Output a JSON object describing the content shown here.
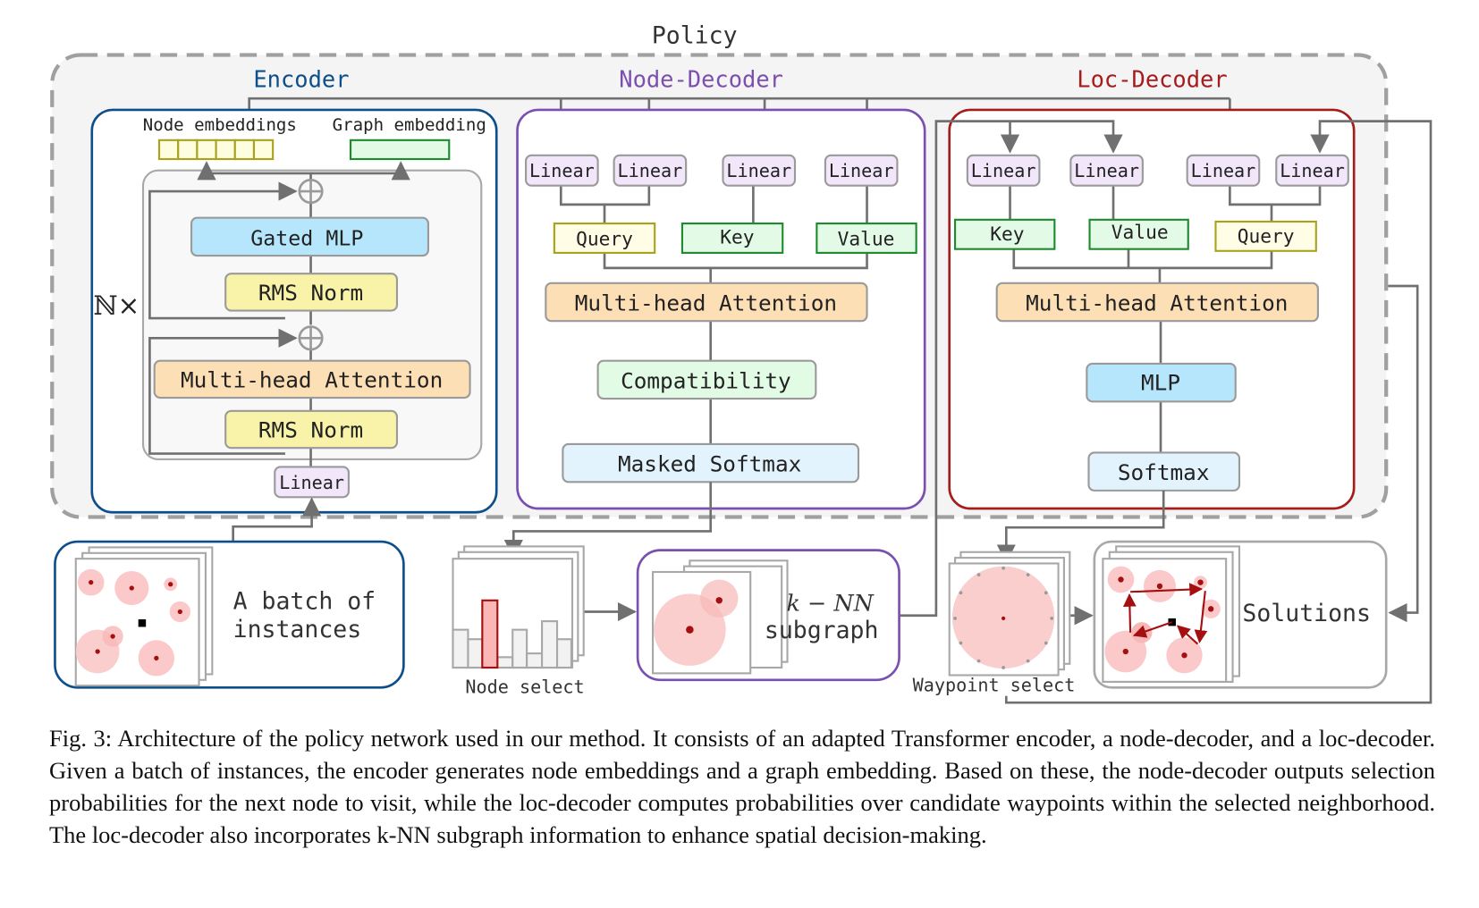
{
  "policy": {
    "title": "Policy"
  },
  "encoder": {
    "title": "Encoder",
    "color": "#0d4f8b",
    "node_embeddings_label": "Node embeddings",
    "graph_embedding_label": "Graph embedding",
    "repeat_label": "ℕ×",
    "blocks": {
      "gated_mlp": "Gated MLP",
      "rms_norm_top": "RMS Norm",
      "mha": "Multi-head Attention",
      "rms_norm_bottom": "RMS Norm",
      "linear": "Linear"
    }
  },
  "node_decoder": {
    "title": "Node-Decoder",
    "color": "#7b4fb0",
    "linears": [
      "Linear",
      "Linear",
      "Linear",
      "Linear"
    ],
    "query": "Query",
    "key": "Key",
    "value": "Value",
    "mha": "Multi-head Attention",
    "compatibility": "Compatibility",
    "masked_softmax": "Masked Softmax"
  },
  "loc_decoder": {
    "title": "Loc-Decoder",
    "color": "#a61c1c",
    "linears": [
      "Linear",
      "Linear",
      "Linear",
      "Linear"
    ],
    "key": "Key",
    "value": "Value",
    "query": "Query",
    "mha": "Multi-head Attention",
    "mlp": "MLP",
    "softmax": "Softmax"
  },
  "bottom": {
    "batch_label_line1": "A batch of",
    "batch_label_line2": "instances",
    "node_select_label": "Node select",
    "knn_label_line1": "k − NN",
    "knn_label_line2": "subgraph",
    "waypoint_select_label": "Waypoint select",
    "solutions_label": "Solutions"
  },
  "caption": {
    "text": "Fig. 3: Architecture of the policy network used in our method. It consists of an adapted Transformer encoder, a node-decoder, and a loc-decoder. Given a batch of instances, the encoder generates node embeddings and a graph embedding. Based on these, the node-decoder outputs selection probabilities for the next node to visit, while the loc-decoder computes probabilities over candidate waypoints within the selected neighborhood. The loc-decoder also incorporates k-NN subgraph information to enhance spatial decision-making."
  },
  "colors": {
    "linear_fill": "#f1e6fa",
    "query_fill": "#fffde6",
    "query_stroke": "#a8a21c",
    "kv_fill": "#e3fbe6",
    "kv_stroke": "#1e8a2e",
    "mha_fill": "#fddfb6",
    "gated_mlp_fill": "#b6e6fb",
    "rms_fill": "#f8f3a8",
    "compat_fill": "#e1fbe4",
    "softmax_fill": "#e3f3fd",
    "node_red": "#a50f0f",
    "node_halo": "#fbc9c9"
  }
}
